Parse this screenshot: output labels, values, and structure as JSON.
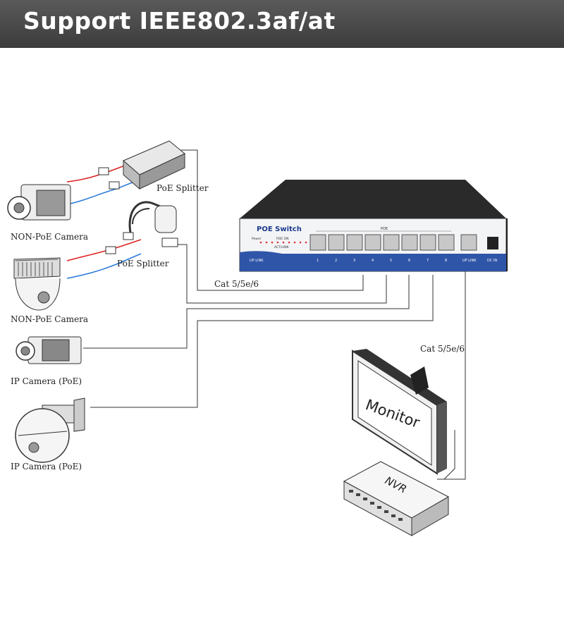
{
  "banner": {
    "title": "Support IEEE802.3af/at"
  },
  "labels": {
    "poe_splitter_1": "PoE Splitter",
    "poe_splitter_2": "PoE Splitter",
    "non_poe_camera_1": "NON-PoE Camera",
    "non_poe_camera_2": "NON-PoE Camera",
    "ip_camera_1": "IP Camera (PoE)",
    "ip_camera_2": "IP Camera (PoE)",
    "cable_1": "Cat 5/5e/6",
    "cable_2": "Cat 5/5e/6",
    "monitor": "Monitor",
    "nvr": "NVR"
  },
  "switch": {
    "name": "POE Switch",
    "poe_group": "POE",
    "power_led": "Power",
    "poe_on": "POE ON",
    "act_link": "ACT/LINK",
    "uplink_left": "UP LINK",
    "uplink_right": "UP LINK",
    "dc_in": "DC IN",
    "port_numbers": [
      "1",
      "2",
      "3",
      "4",
      "5",
      "6",
      "7",
      "8"
    ]
  }
}
